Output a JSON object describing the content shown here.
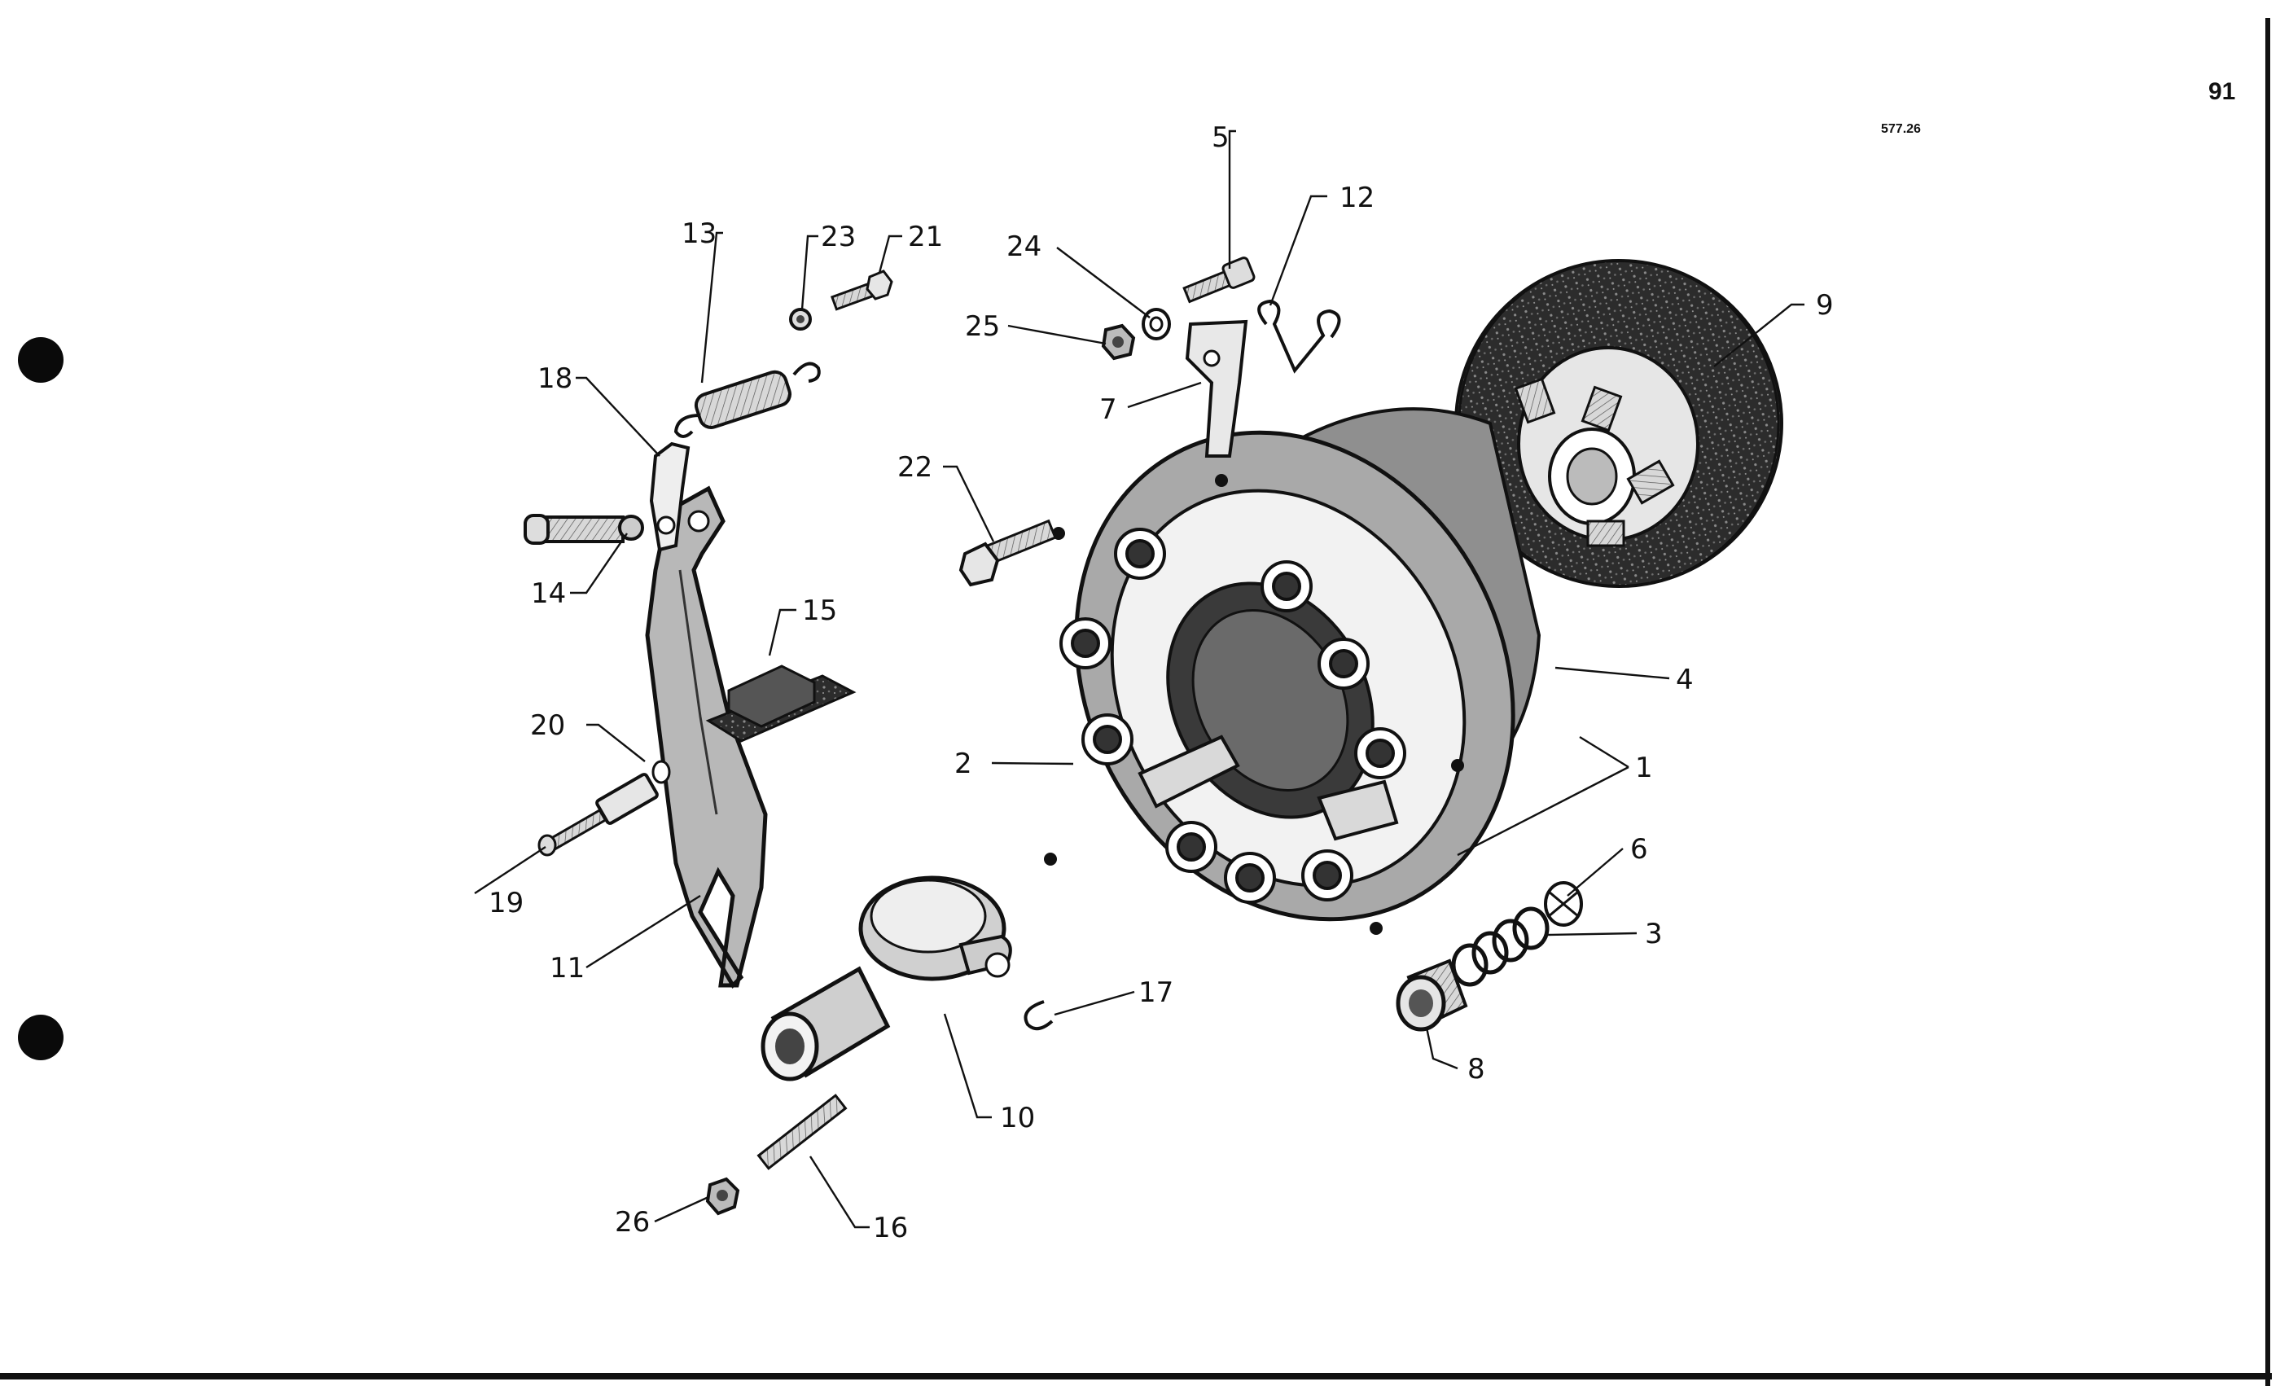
{
  "page_number": "91",
  "figure_code": "577.26",
  "part_callouts": {
    "p1": "1",
    "p2": "2",
    "p3": "3",
    "p4": "4",
    "p5": "5",
    "p6": "6",
    "p7": "7",
    "p8": "8",
    "p9": "9",
    "p10": "10",
    "p11": "11",
    "p12": "12",
    "p13": "13",
    "p14": "14",
    "p15": "15",
    "p16": "16",
    "p17": "17",
    "p18": "18",
    "p19": "19",
    "p20": "20",
    "p21": "21",
    "p22": "22",
    "p23": "23",
    "p24": "24",
    "p25": "25",
    "p26": "26"
  }
}
